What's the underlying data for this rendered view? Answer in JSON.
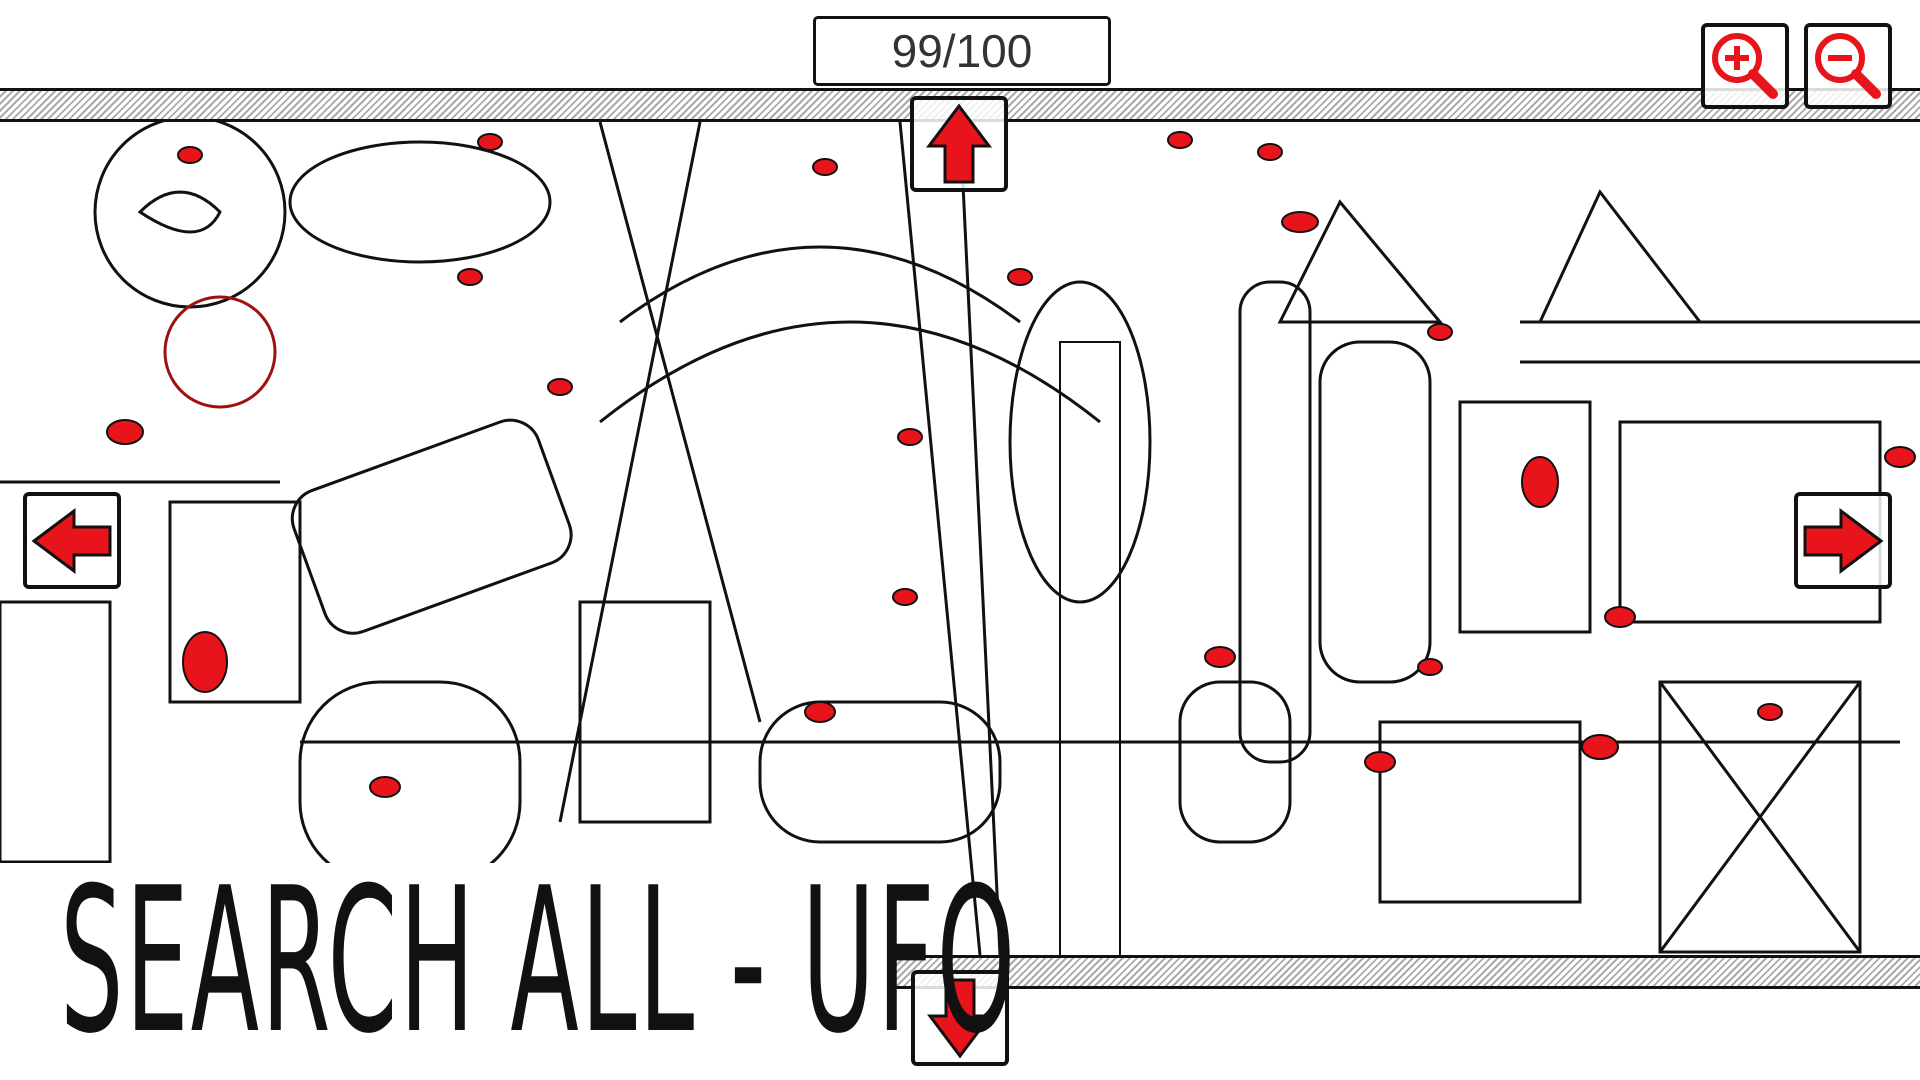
{
  "hud": {
    "found_counter": "99/100",
    "found": 99,
    "total": 100
  },
  "task": {
    "title": "SEARCH ALL - UFO"
  },
  "controls": {
    "zoom_in": "zoom-in-icon",
    "zoom_out": "zoom-out-icon",
    "up": "arrow-up-icon",
    "down": "arrow-down-icon",
    "left": "arrow-left-icon",
    "right": "arrow-right-icon"
  },
  "colors": {
    "accent": "#e8141b",
    "line": "#111111",
    "counter_text": "#333333"
  }
}
